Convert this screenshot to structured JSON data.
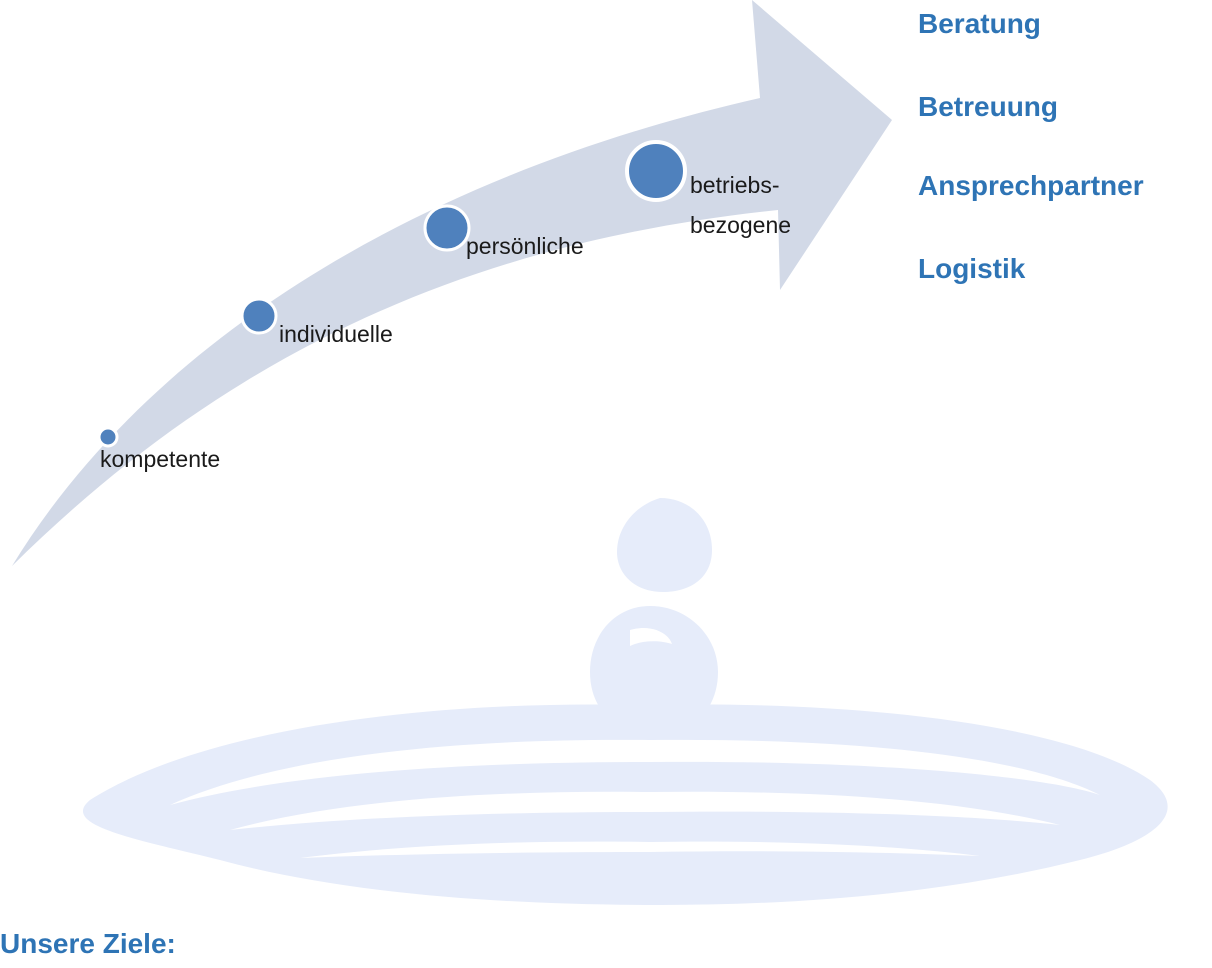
{
  "steps": [
    {
      "label": "kompetente"
    },
    {
      "label": "individuelle"
    },
    {
      "label": "persönliche"
    },
    {
      "label_lines": [
        "betriebs-",
        "bezogene"
      ]
    }
  ],
  "goals": [
    "Beratung",
    "Betreuung",
    "Ansprechpartner",
    "Logistik"
  ],
  "heading": "Unsere Ziele:",
  "colors": {
    "arrow": "#d2d9e7",
    "dot": "#4F81BD",
    "dot_outline": "#ffffff",
    "text_accent": "#2E74B5",
    "watermark": "#e6ecfa"
  },
  "watermark_icon": "water-drop-splash-icon"
}
